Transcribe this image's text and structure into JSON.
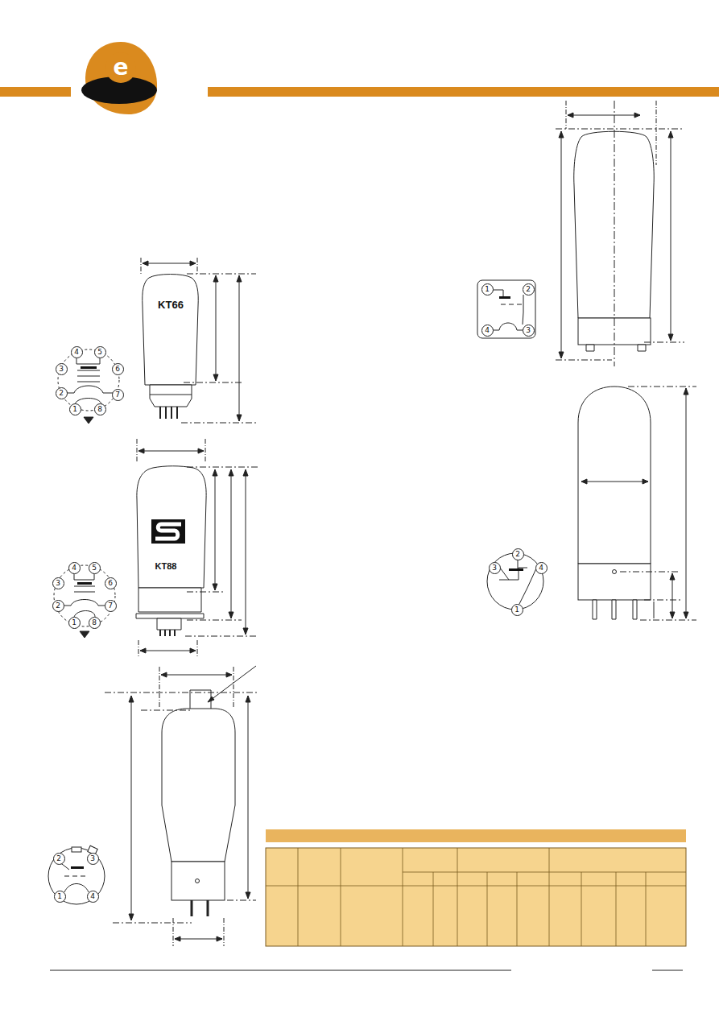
{
  "diagram": {
    "nodes": [
      {
        "text": [
          "1"
        ]
      },
      {
        "text": [
          "2"
        ]
      },
      {
        "text": [
          "4"
        ]
      },
      {
        "text": [
          "3"
        ]
      },
      {
        "text": [
          "4"
        ]
      },
      {
        "text": [
          "5"
        ]
      },
      {
        "text": [
          "3"
        ]
      },
      {
        "text": [
          "6"
        ]
      },
      {
        "text": [
          "2"
        ]
      },
      {
        "text": [
          "7"
        ]
      },
      {
        "text": [
          "1"
        ]
      },
      {
        "text": [
          "8"
        ]
      },
      {
        "text": [
          "2"
        ]
      },
      {
        "text": [
          "3"
        ]
      },
      {
        "text": [
          "4"
        ]
      },
      {
        "text": [
          "1"
        ]
      },
      {
        "text": [
          "4"
        ]
      },
      {
        "text": [
          "5"
        ]
      },
      {
        "text": [
          "3"
        ]
      },
      {
        "text": [
          "6"
        ]
      },
      {
        "text": [
          "2"
        ]
      },
      {
        "text": [
          "7"
        ]
      },
      {
        "text": [
          "1"
        ]
      },
      {
        "text": [
          "8"
        ]
      },
      {
        "text": [
          "2"
        ]
      },
      {
        "text": [
          "3"
        ]
      },
      {
        "text": [
          "1"
        ]
      },
      {
        "text": [
          "4"
        ]
      }
    ],
    "labels": [
      "e",
      "KT66",
      "KT88"
    ]
  }
}
